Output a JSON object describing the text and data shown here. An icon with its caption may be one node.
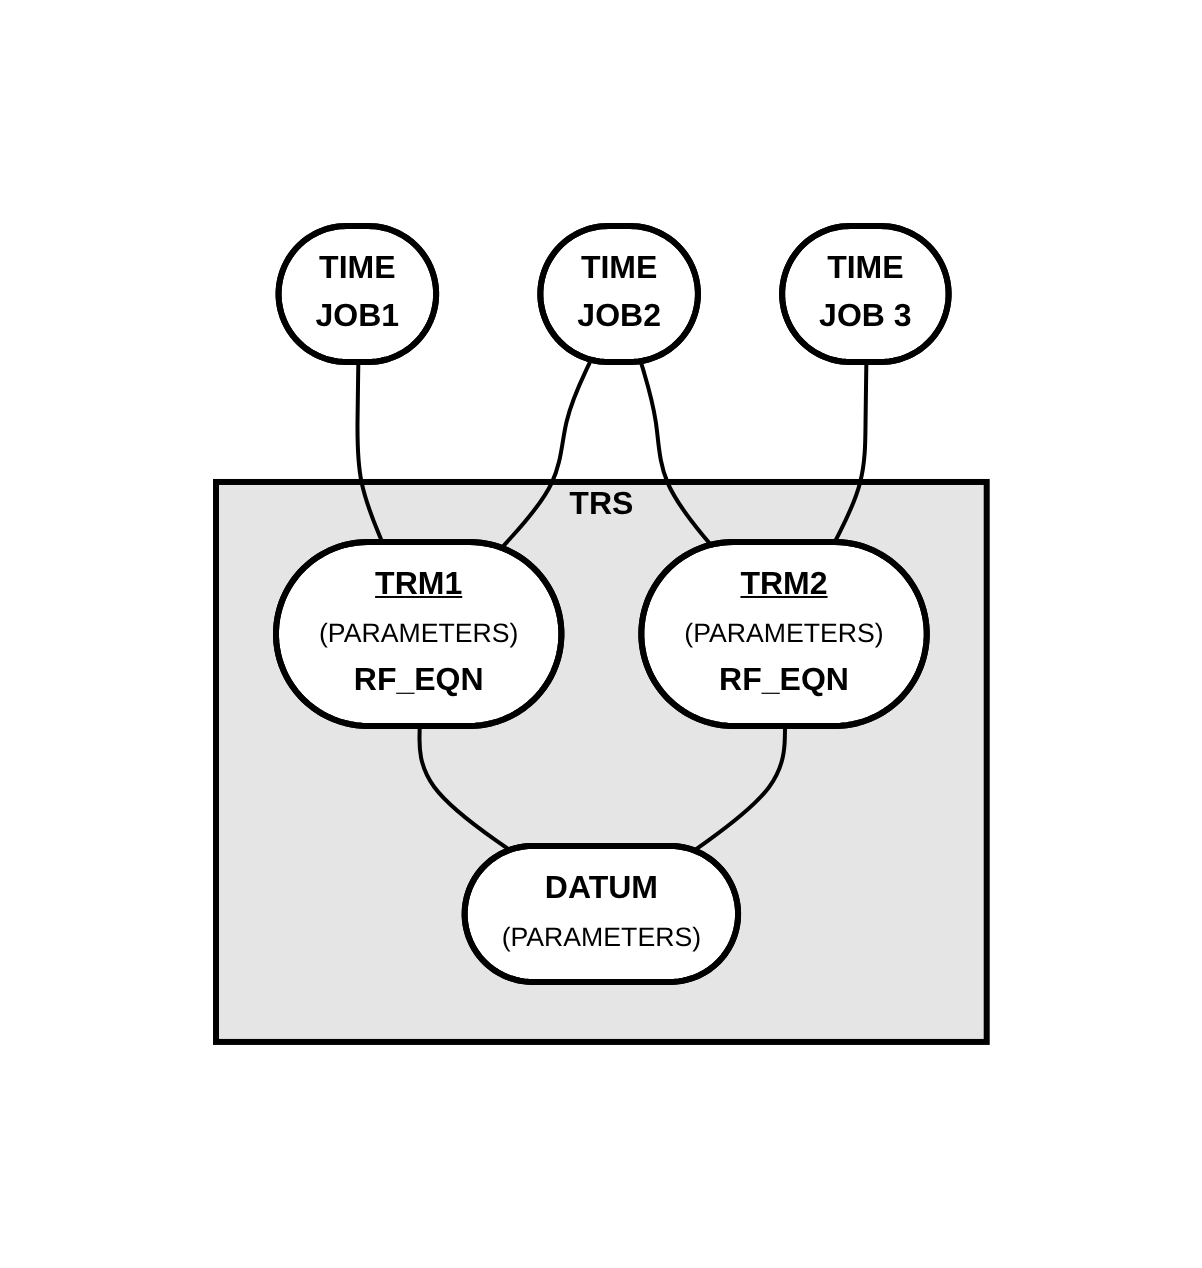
{
  "diagram": {
    "nodes": [
      {
        "text": [
          "TIME",
          "JOB1"
        ]
      },
      {
        "text": [
          "TIME",
          "JOB2"
        ]
      },
      {
        "text": [
          "TIME",
          "JOB 3"
        ]
      },
      {
        "text": [
          "TRS"
        ]
      },
      {
        "text": [
          "TRM1",
          "(PARAMETERS)",
          "RF_EQN"
        ],
        "in": 3
      },
      {
        "text": [
          "TRM2",
          "(PARAMETERS)",
          "RF_EQN"
        ],
        "in": 3
      },
      {
        "text": [
          "DATUM",
          "(PARAMETERS)"
        ],
        "in": 3
      }
    ],
    "edges": [
      {
        "from": 0,
        "to": 4,
        "arrow": "none"
      },
      {
        "from": 1,
        "to": 4,
        "arrow": "none"
      },
      {
        "from": 1,
        "to": 5,
        "arrow": "none"
      },
      {
        "from": 2,
        "to": 5,
        "arrow": "none"
      },
      {
        "from": 4,
        "to": 6,
        "arrow": "none"
      },
      {
        "from": 5,
        "to": 6,
        "arrow": "none"
      }
    ]
  }
}
